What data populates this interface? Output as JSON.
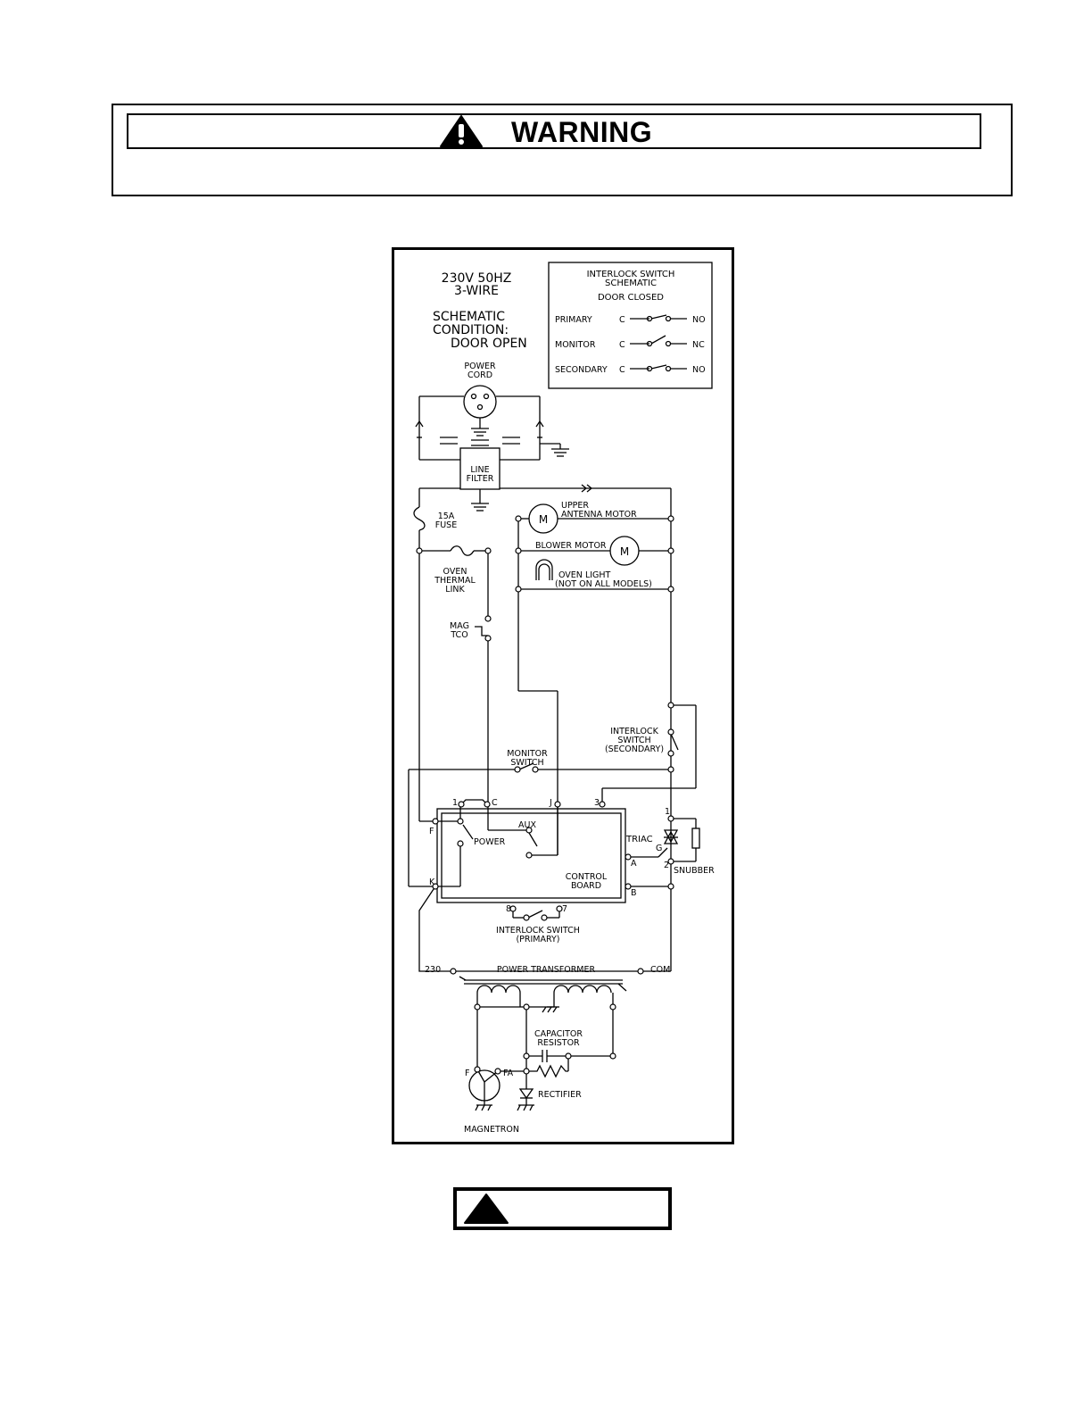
{
  "warning": {
    "title": "WARNING",
    "icon": "exclamation-triangle-icon"
  },
  "caution": {
    "icon": "caution-triangle-icon"
  },
  "schematic": {
    "supply_line1": "230V 50HZ",
    "supply_line2": "3-WIRE",
    "condition_line1": "SCHEMATIC",
    "condition_line2": "CONDITION:",
    "condition_line3": "DOOR OPEN",
    "legend": {
      "title_line1": "INTERLOCK SWITCH",
      "title_line2": "SCHEMATIC",
      "subtitle": "DOOR CLOSED",
      "rows": [
        {
          "label": "PRIMARY",
          "common": "C",
          "contact": "NO"
        },
        {
          "label": "MONITOR",
          "common": "C",
          "contact": "NC"
        },
        {
          "label": "SECONDARY",
          "common": "C",
          "contact": "NO"
        }
      ]
    },
    "power_cord": [
      "POWER",
      "CORD"
    ],
    "line_filter": [
      "LINE",
      "FILTER"
    ],
    "fuse": [
      "15A",
      "FUSE"
    ],
    "upper_antenna_motor": [
      "UPPER",
      "ANTENNA MOTOR"
    ],
    "motor_symbol": "M",
    "blower_motor": "BLOWER MOTOR",
    "oven_light": [
      "OVEN LIGHT",
      "(NOT ON ALL MODELS)"
    ],
    "oven_thermal_link": [
      "OVEN",
      "THERMAL",
      "LINK"
    ],
    "mag_tco": [
      "MAG",
      "TCO"
    ],
    "interlock_secondary": [
      "INTERLOCK",
      "SWITCH",
      "(SECONDARY)"
    ],
    "monitor_switch": [
      "MONITOR",
      "SWITCH"
    ],
    "terminals": {
      "t1": "1",
      "c": "C",
      "j": "J",
      "t3": "3",
      "f": "F",
      "k": "K",
      "a": "A",
      "b": "B",
      "g": "G",
      "triac1": "1",
      "triac2": "2",
      "t8": "8",
      "t7": "7"
    },
    "control_board": [
      "CONTROL",
      "BOARD"
    ],
    "aux": "AUX",
    "power": "POWER",
    "triac": "TRIAC",
    "snubber": "SNUBBER",
    "interlock_primary": [
      "INTERLOCK SWITCH",
      "(PRIMARY)"
    ],
    "transformer": {
      "left": "230",
      "title": "POWER TRANSFORMER",
      "right": "COM"
    },
    "capacitor_resistor": [
      "CAPACITOR",
      "RESISTOR"
    ],
    "magnetron_f": "F",
    "magnetron_fa": "FA",
    "rectifier": "RECTIFIER",
    "magnetron": "MAGNETRON"
  }
}
